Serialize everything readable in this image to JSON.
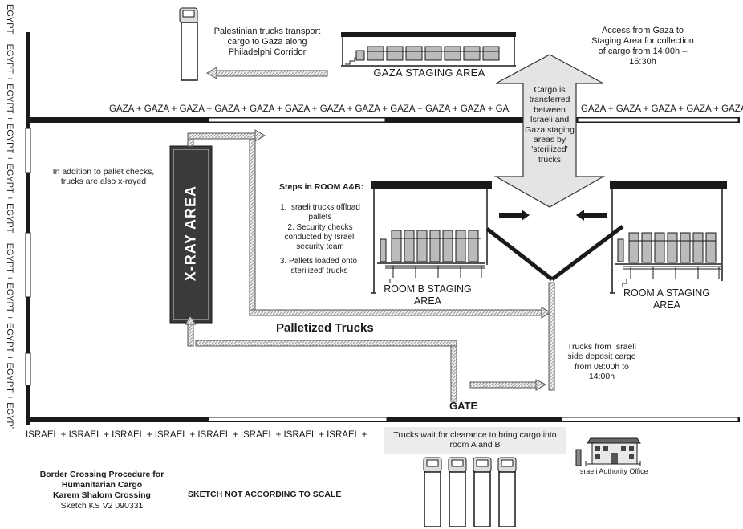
{
  "labels": {
    "palestinian_trucks": "Palestinian trucks transport cargo to Gaza along Philadelphi Corridor",
    "gaza_staging_area": "GAZA STAGING AREA",
    "access_from_gaza": "Access from Gaza to Staging Area for collection of cargo from 14:00h – 16:30h",
    "gaza_border_left": "GAZA + GAZA + GAZA + GAZA + GAZA + GAZA + GAZA + GAZA + GAZA + GAZA + GAZA + GAZA + G",
    "gaza_border_right": "GAZA + GAZA + GAZA + GAZA + GAZA +",
    "egypt_border": "EGYPT + EGYPT + EGYPT + EGYPT + EGYPT + EGYPT + EGYPT + EGYPT + EGYPT + EGYPT + EGYPT +",
    "cargo_transfer": "Cargo is transferred between Israeli and Gaza staging areas by 'sterilized' trucks",
    "pallet_checks": "In addition to pallet checks, trucks are also x-rayed",
    "xray_area": "X-RAY AREA",
    "steps_title": "Steps in ROOM A&B:",
    "steps": [
      "1. Israeli trucks offload pallets",
      "2.  Security checks conducted by Israeli security team",
      "3. Pallets loaded onto 'sterilized' trucks"
    ],
    "room_b": "ROOM B STAGING AREA",
    "room_a": "ROOM A STAGING AREA",
    "palletized_trucks": "Palletized Trucks",
    "israeli_deposit": "Trucks from Israeli side deposit cargo from 08:00h to 14:00h",
    "gate": "GATE",
    "israel_border": "ISRAEL + ISRAEL + ISRAEL + ISRAEL + ISRAEL + ISRAEL + ISRAEL + ISRAEL +",
    "trucks_wait": "Trucks wait for clearance to bring cargo into room A and B",
    "authority_office": "Israeli Authority Office",
    "title_lines": [
      "Border Crossing Procedure for",
      "Humanitarian Cargo",
      "Karem Shalom Crossing",
      "Sketch KS V2 090331"
    ],
    "scale_note": "SKETCH NOT ACCORDING TO SCALE"
  }
}
